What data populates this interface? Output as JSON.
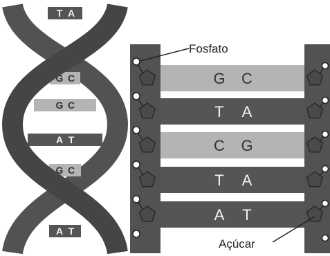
{
  "colors": {
    "backbone": "#525252",
    "backbone_dark": "#3c3c3c",
    "base_dark": "#555555",
    "base_light": "#b4b4b4",
    "letter_on_dark": "#f2f2f2",
    "letter_on_light": "#333333",
    "phosphate": "#ffffff",
    "sugar": "#4a4a4a"
  },
  "helix": {
    "pairs": [
      {
        "left": "T",
        "right": "A"
      },
      {
        "left": "G",
        "right": "C"
      },
      {
        "left": "G",
        "right": "C"
      },
      {
        "left": "A",
        "right": "T"
      },
      {
        "left": "G",
        "right": "C"
      },
      {
        "left": "A",
        "right": "T"
      }
    ]
  },
  "ladder": {
    "pairs": [
      {
        "left": "G",
        "right": "C"
      },
      {
        "left": "T",
        "right": "A"
      },
      {
        "left": "C",
        "right": "G"
      },
      {
        "left": "T",
        "right": "A"
      },
      {
        "left": "A",
        "right": "T"
      }
    ]
  },
  "labels": {
    "phosphate": "Fosfato",
    "sugar": "Açúcar"
  }
}
